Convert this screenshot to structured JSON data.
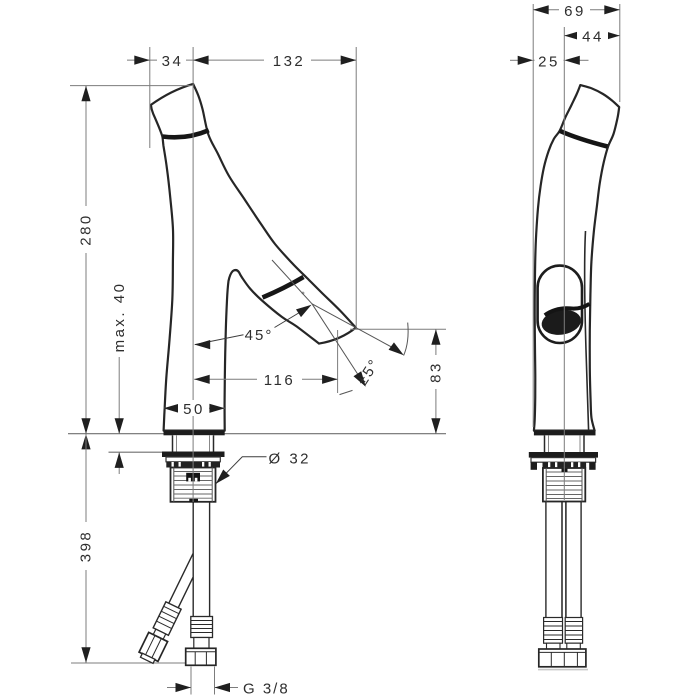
{
  "drawing": {
    "kind": "faucet installation dimension drawing",
    "views": [
      "side-view",
      "front-view"
    ]
  },
  "colors": {
    "background": "#ffffff",
    "outline": "#262626",
    "thick_band": "#161616",
    "dim_line": "#7c7c7c",
    "text": "#2e2e2e"
  },
  "labels": {
    "d34": "34",
    "d132": "132",
    "d280": "280",
    "dmax40": "max. 40",
    "d116": "116",
    "d50": "50",
    "d32": "Ø 32",
    "d398": "398",
    "dg38": "G 3/8",
    "d45": "45°",
    "dpm5": "±5°",
    "d83": "83",
    "d69": "69",
    "d44": "44",
    "d25": "25"
  }
}
